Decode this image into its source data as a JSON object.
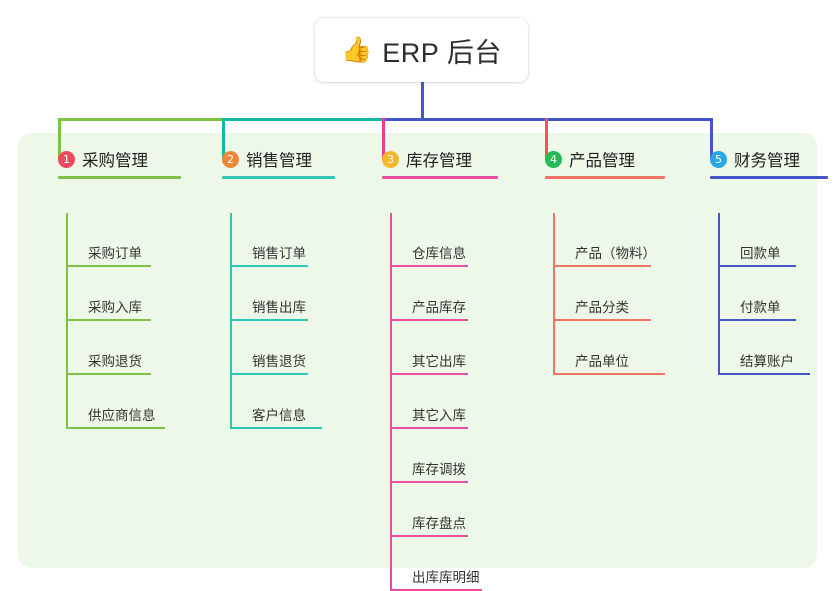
{
  "root": {
    "icon": "thumbs-up-emoji",
    "emoji": "👍",
    "title": "ERP 后台"
  },
  "theme": {
    "canvas_bg": "#ffffff",
    "panel_bg": "#eef8e9",
    "card_bg": "#ffffff",
    "root_stem": "#4456c8",
    "bus_left_green": "#7dc242",
    "bus_teal": "#14b8a6",
    "bus_blue": "#4456c8",
    "text": "#333333"
  },
  "columns": [
    {
      "index": "1",
      "title": "采购管理",
      "badge_color": "#ef4a60",
      "line_color": "#7dc242",
      "drop_color": "#7dc242",
      "items": [
        "采购订单",
        "采购入库",
        "采购退货",
        "供应商信息"
      ]
    },
    {
      "index": "2",
      "title": "销售管理",
      "badge_color": "#f0883a",
      "line_color": "#2ec4b6",
      "drop_color": "#14b8a6",
      "items": [
        "销售订单",
        "销售出库",
        "销售退货",
        "客户信息"
      ]
    },
    {
      "index": "3",
      "title": "库存管理",
      "badge_color": "#f5b72e",
      "line_color": "#e84fa0",
      "drop_color": "#e8408f",
      "items": [
        "仓库信息",
        "产品库存",
        "其它出库",
        "其它入库",
        "库存调拨",
        "库存盘点",
        "出库库明细"
      ]
    },
    {
      "index": "4",
      "title": "产品管理",
      "badge_color": "#22bb55",
      "line_color": "#f47565",
      "drop_color": "#f2564a",
      "items": [
        "产品（物料）",
        "产品分类",
        "产品单位"
      ]
    },
    {
      "index": "5",
      "title": "财务管理",
      "badge_color": "#27a9e3",
      "line_color": "#4456c8",
      "drop_color": "#4456c8",
      "items": [
        "回款单",
        "付款单",
        "结算账户"
      ]
    }
  ]
}
